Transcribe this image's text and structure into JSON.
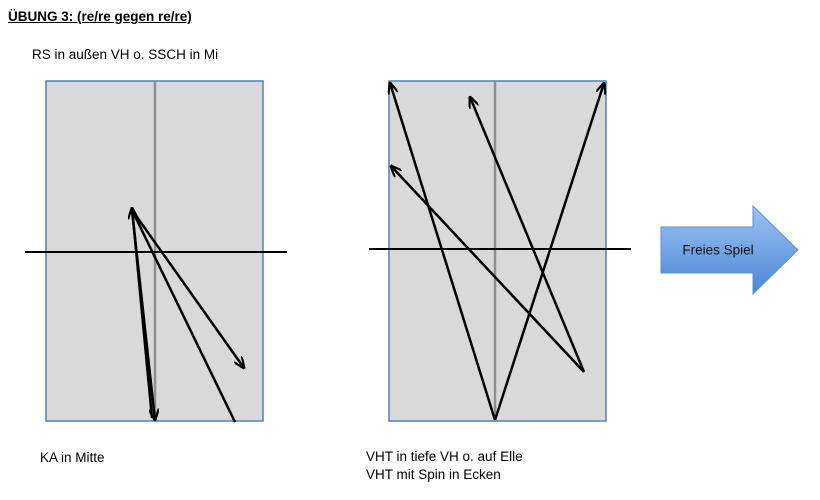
{
  "title": "ÜBUNG 3: (re/re gegen re/re)",
  "left_court": {
    "caption_top": "RS in außen VH o. SSCH in Mi",
    "caption_bottom": "KA in Mitte"
  },
  "right_court": {
    "caption_bottom_line1": "VHT in tiefe VH o. auf Elle",
    "caption_bottom_line2": "VHT mit Spin in Ecken"
  },
  "next_step": {
    "label": "Freies Spiel"
  },
  "colors": {
    "court_fill": "#d9d9d9",
    "court_border": "#4f81bd",
    "arrow_top": "#9dc3f2",
    "arrow_bottom": "#4a86d8"
  }
}
